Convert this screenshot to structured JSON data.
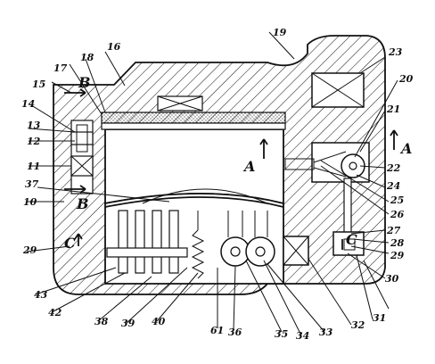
{
  "callouts": [
    "19",
    "16",
    "18",
    "17",
    "15",
    "14",
    "13",
    "12",
    "11",
    "10",
    "37",
    "29",
    "43",
    "42",
    "38",
    "39",
    "40",
    "61",
    "36",
    "35",
    "34",
    "33",
    "32",
    "31",
    "30",
    "29",
    "28",
    "27",
    "26",
    "25",
    "24",
    "22",
    "21",
    "20",
    "23"
  ],
  "sections": [
    "B",
    "B",
    "A",
    "A",
    "C",
    "C"
  ]
}
